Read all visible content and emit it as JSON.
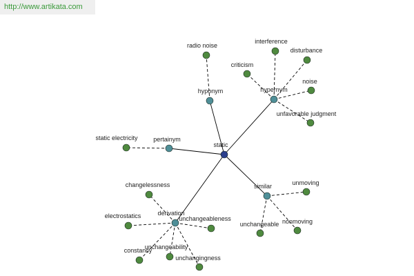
{
  "banner": {
    "url_text": "http://www.artikata.com"
  },
  "colors": {
    "center_node": "#2b3f8c",
    "relation_node": "#4f8f98",
    "leaf_node": "#4f8a3f",
    "edge": "#000000",
    "banner_text": "#3a9a3a",
    "banner_bg": "#efefef"
  },
  "graph": {
    "center": {
      "id": "static",
      "label": "static"
    },
    "relations": [
      {
        "id": "hyponym",
        "label": "hyponym",
        "terms": [
          "radio noise"
        ]
      },
      {
        "id": "hypernym",
        "label": "hypernym",
        "terms": [
          "interference",
          "disturbance",
          "criticism",
          "noise",
          "unfavorable judgment"
        ]
      },
      {
        "id": "pertainym",
        "label": "pertainym",
        "terms": [
          "static electricity"
        ]
      },
      {
        "id": "similar",
        "label": "similar",
        "terms": [
          "unmoving",
          "unchangeable",
          "nonmoving"
        ]
      },
      {
        "id": "derivation",
        "label": "derivation",
        "terms": [
          "changelessness",
          "electrostatics",
          "unchangeableness",
          "constancy",
          "unchangeability",
          "unchangingness"
        ]
      }
    ]
  }
}
